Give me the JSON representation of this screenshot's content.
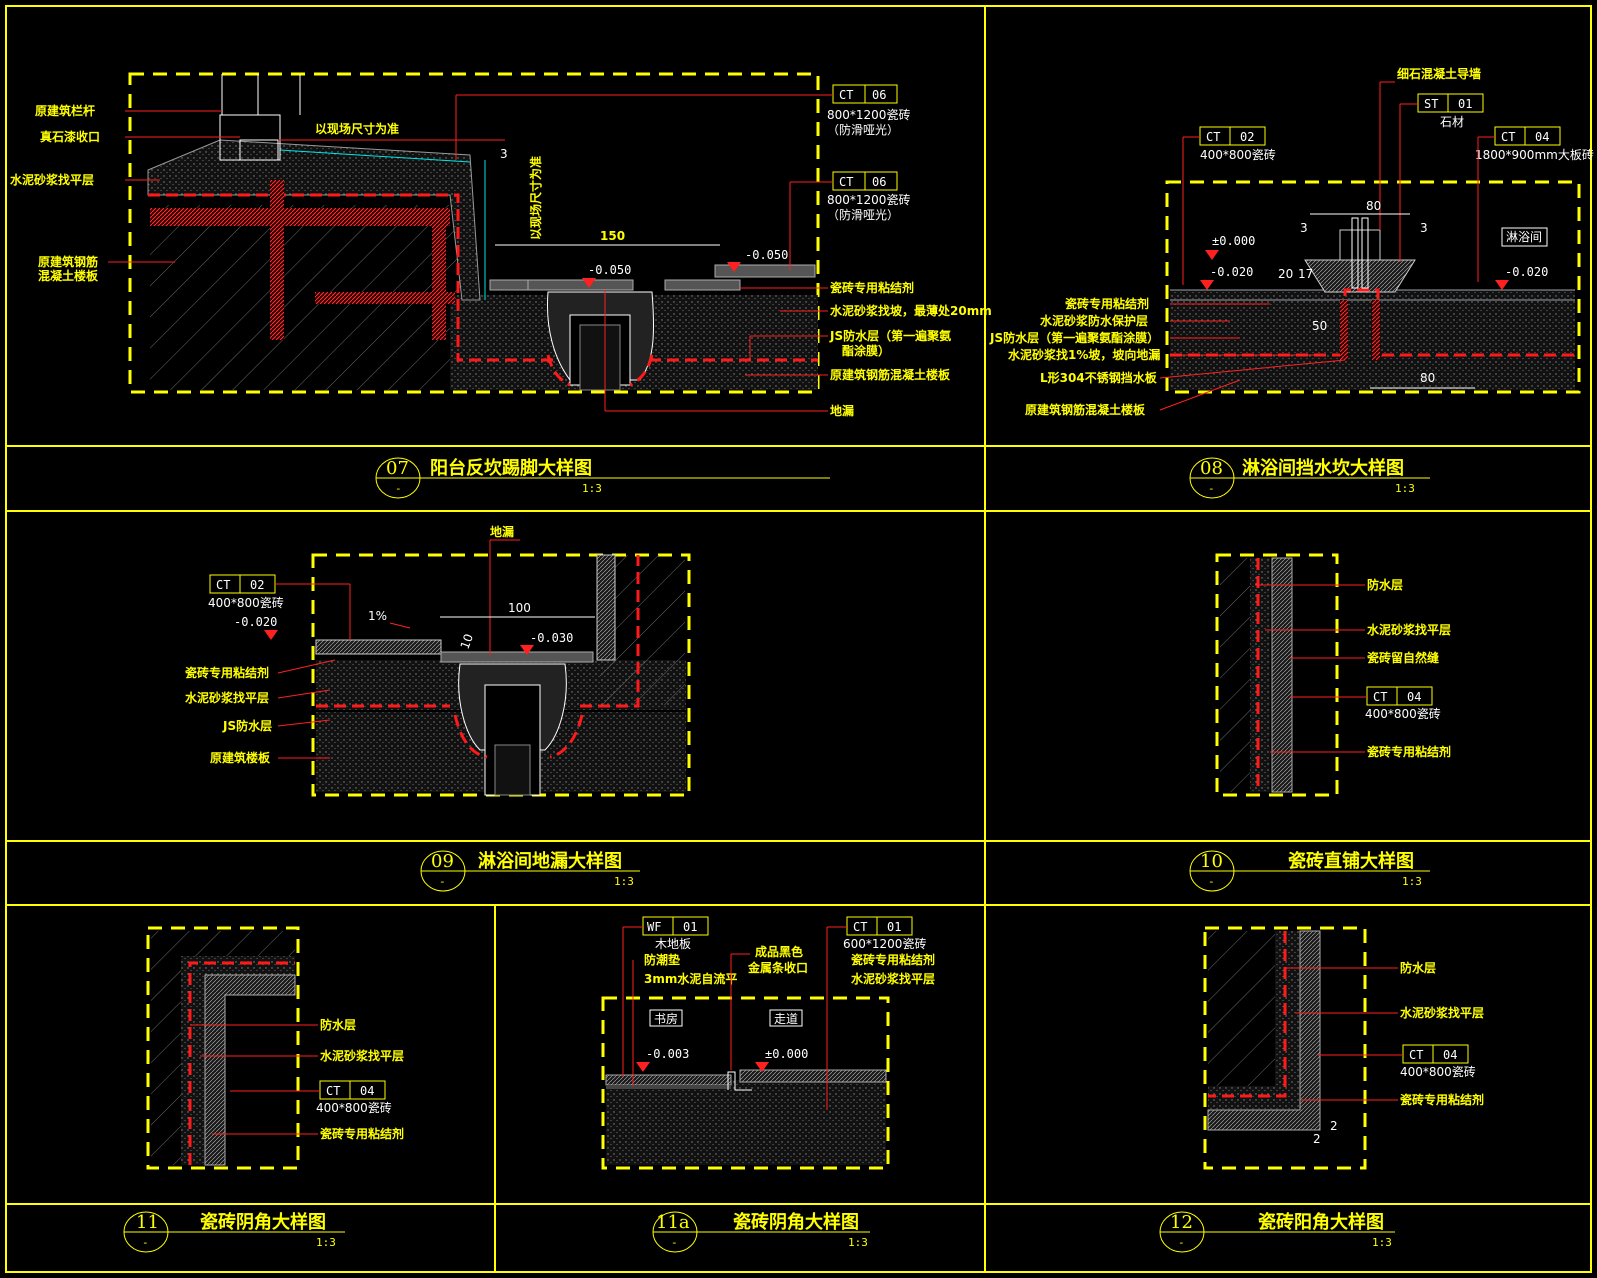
{
  "colors": {
    "background": "#000000",
    "frame": "#ffff00",
    "text": "#ffff00",
    "leader": "#ff2020",
    "waterproof": "#ff1a1a",
    "tile": "#00e5e5"
  },
  "p07": {
    "num": "07",
    "title": "阳台反坎踢脚大样图",
    "scale": "1:3",
    "sub": "-",
    "labels": {
      "railing": "原建筑栏杆",
      "stone_trim": "真石漆收口",
      "cement_level": "水泥砂浆找平层",
      "concrete": "原建筑钢筋",
      "concrete2": "混凝土楼板",
      "site": "以现场尺寸为准",
      "site_v": "以现场尺寸为准",
      "adhesive": "瓷砖专用粘结剂",
      "slope": "水泥砂浆找坡，最薄处20mm",
      "js1": "JS防水层（第一遍聚氨",
      "js2": "酯涂膜）",
      "slab": "原建筑钢筋混凝土楼板",
      "drain": "地漏"
    },
    "tags": [
      {
        "code": "CT",
        "no": "06",
        "desc": "800*1200瓷砖",
        "desc2": "（防滑哑光）"
      },
      {
        "code": "CT",
        "no": "06",
        "desc": "800*1200瓷砖",
        "desc2": "（防滑哑光）"
      }
    ],
    "dims": {
      "d150": "150",
      "d3": "3"
    },
    "levels": {
      "a": "-0.050",
      "b": "-0.050"
    }
  },
  "p08": {
    "num": "08",
    "title": "淋浴间挡水坎大样图",
    "scale": "1:3",
    "sub": "-",
    "labels": {
      "guide": "细石混凝土导墙",
      "stone": "石材",
      "adhesive": "瓷砖专用粘结剂",
      "protect": "水泥砂浆防水保护层",
      "js": "JS防水层（第一遍聚氨酯涂膜）",
      "slope": "水泥砂浆找1%坡，坡向地漏",
      "lsteel": "L形304不锈钢挡水板",
      "slab": "原建筑钢筋混凝土楼板",
      "shower": "淋浴间"
    },
    "tags": [
      {
        "code": "CT",
        "no": "02",
        "desc": "400*800瓷砖"
      },
      {
        "code": "ST",
        "no": "01"
      },
      {
        "code": "CT",
        "no": "04",
        "desc": "1800*900mm大板砖"
      }
    ],
    "dims": {
      "d80": "80",
      "d80b": "80",
      "d50": "50",
      "d20": "20",
      "d17": "17",
      "d3": "3",
      "d3b": "3"
    },
    "levels": {
      "zero": "±0.000",
      "a": "-0.020",
      "b": "-0.020"
    }
  },
  "p09": {
    "num": "09",
    "title": "淋浴间地漏大样图",
    "scale": "1:3",
    "sub": "-",
    "labels": {
      "drain": "地漏",
      "adhesive": "瓷砖专用粘结剂",
      "cement": "水泥砂浆找平层",
      "js": "JS防水层",
      "slab": "原建筑楼板",
      "slope": "1%"
    },
    "tags": [
      {
        "code": "CT",
        "no": "02",
        "desc": "400*800瓷砖"
      }
    ],
    "dims": {
      "d100": "100",
      "d10": "10"
    },
    "levels": {
      "a": "-0.020",
      "b": "-0.030"
    }
  },
  "p10": {
    "num": "10",
    "title": "瓷砖直铺大样图",
    "scale": "1:3",
    "sub": "-",
    "labels": {
      "waterproof": "防水层",
      "cement": "水泥砂浆找平层",
      "gap": "瓷砖留自然缝",
      "adhesive": "瓷砖专用粘结剂"
    },
    "tags": [
      {
        "code": "CT",
        "no": "04",
        "desc": "400*800瓷砖"
      }
    ]
  },
  "p11": {
    "num": "11",
    "title": "瓷砖阴角大样图",
    "scale": "1:3",
    "sub": "-",
    "labels": {
      "waterproof": "防水层",
      "cement": "水泥砂浆找平层",
      "adhesive": "瓷砖专用粘结剂"
    },
    "tags": [
      {
        "code": "CT",
        "no": "04",
        "desc": "400*800瓷砖"
      }
    ]
  },
  "p11a": {
    "num": "11a",
    "title": "瓷砖阴角大样图",
    "scale": "1:3",
    "sub": "-",
    "labels": {
      "wood": "木地板",
      "pad": "防潮垫",
      "self": "3mm水泥自流平",
      "trim1": "成品黑色",
      "trim2": "金属条收口",
      "adhesive": "瓷砖专用粘结剂",
      "cement": "水泥砂浆找平层",
      "study": "书房",
      "corridor": "走道"
    },
    "tags": [
      {
        "code": "WF",
        "no": "01"
      },
      {
        "code": "CT",
        "no": "01",
        "desc": "600*1200瓷砖"
      }
    ],
    "levels": {
      "a": "-0.003",
      "b": "±0.000"
    }
  },
  "p12": {
    "num": "12",
    "title": "瓷砖阳角大样图",
    "scale": "1:3",
    "sub": "-",
    "labels": {
      "waterproof": "防水层",
      "cement": "水泥砂浆找平层",
      "adhesive": "瓷砖专用粘结剂"
    },
    "tags": [
      {
        "code": "CT",
        "no": "04",
        "desc": "400*800瓷砖"
      }
    ],
    "dims": {
      "d2": "2",
      "d2b": "2"
    }
  }
}
